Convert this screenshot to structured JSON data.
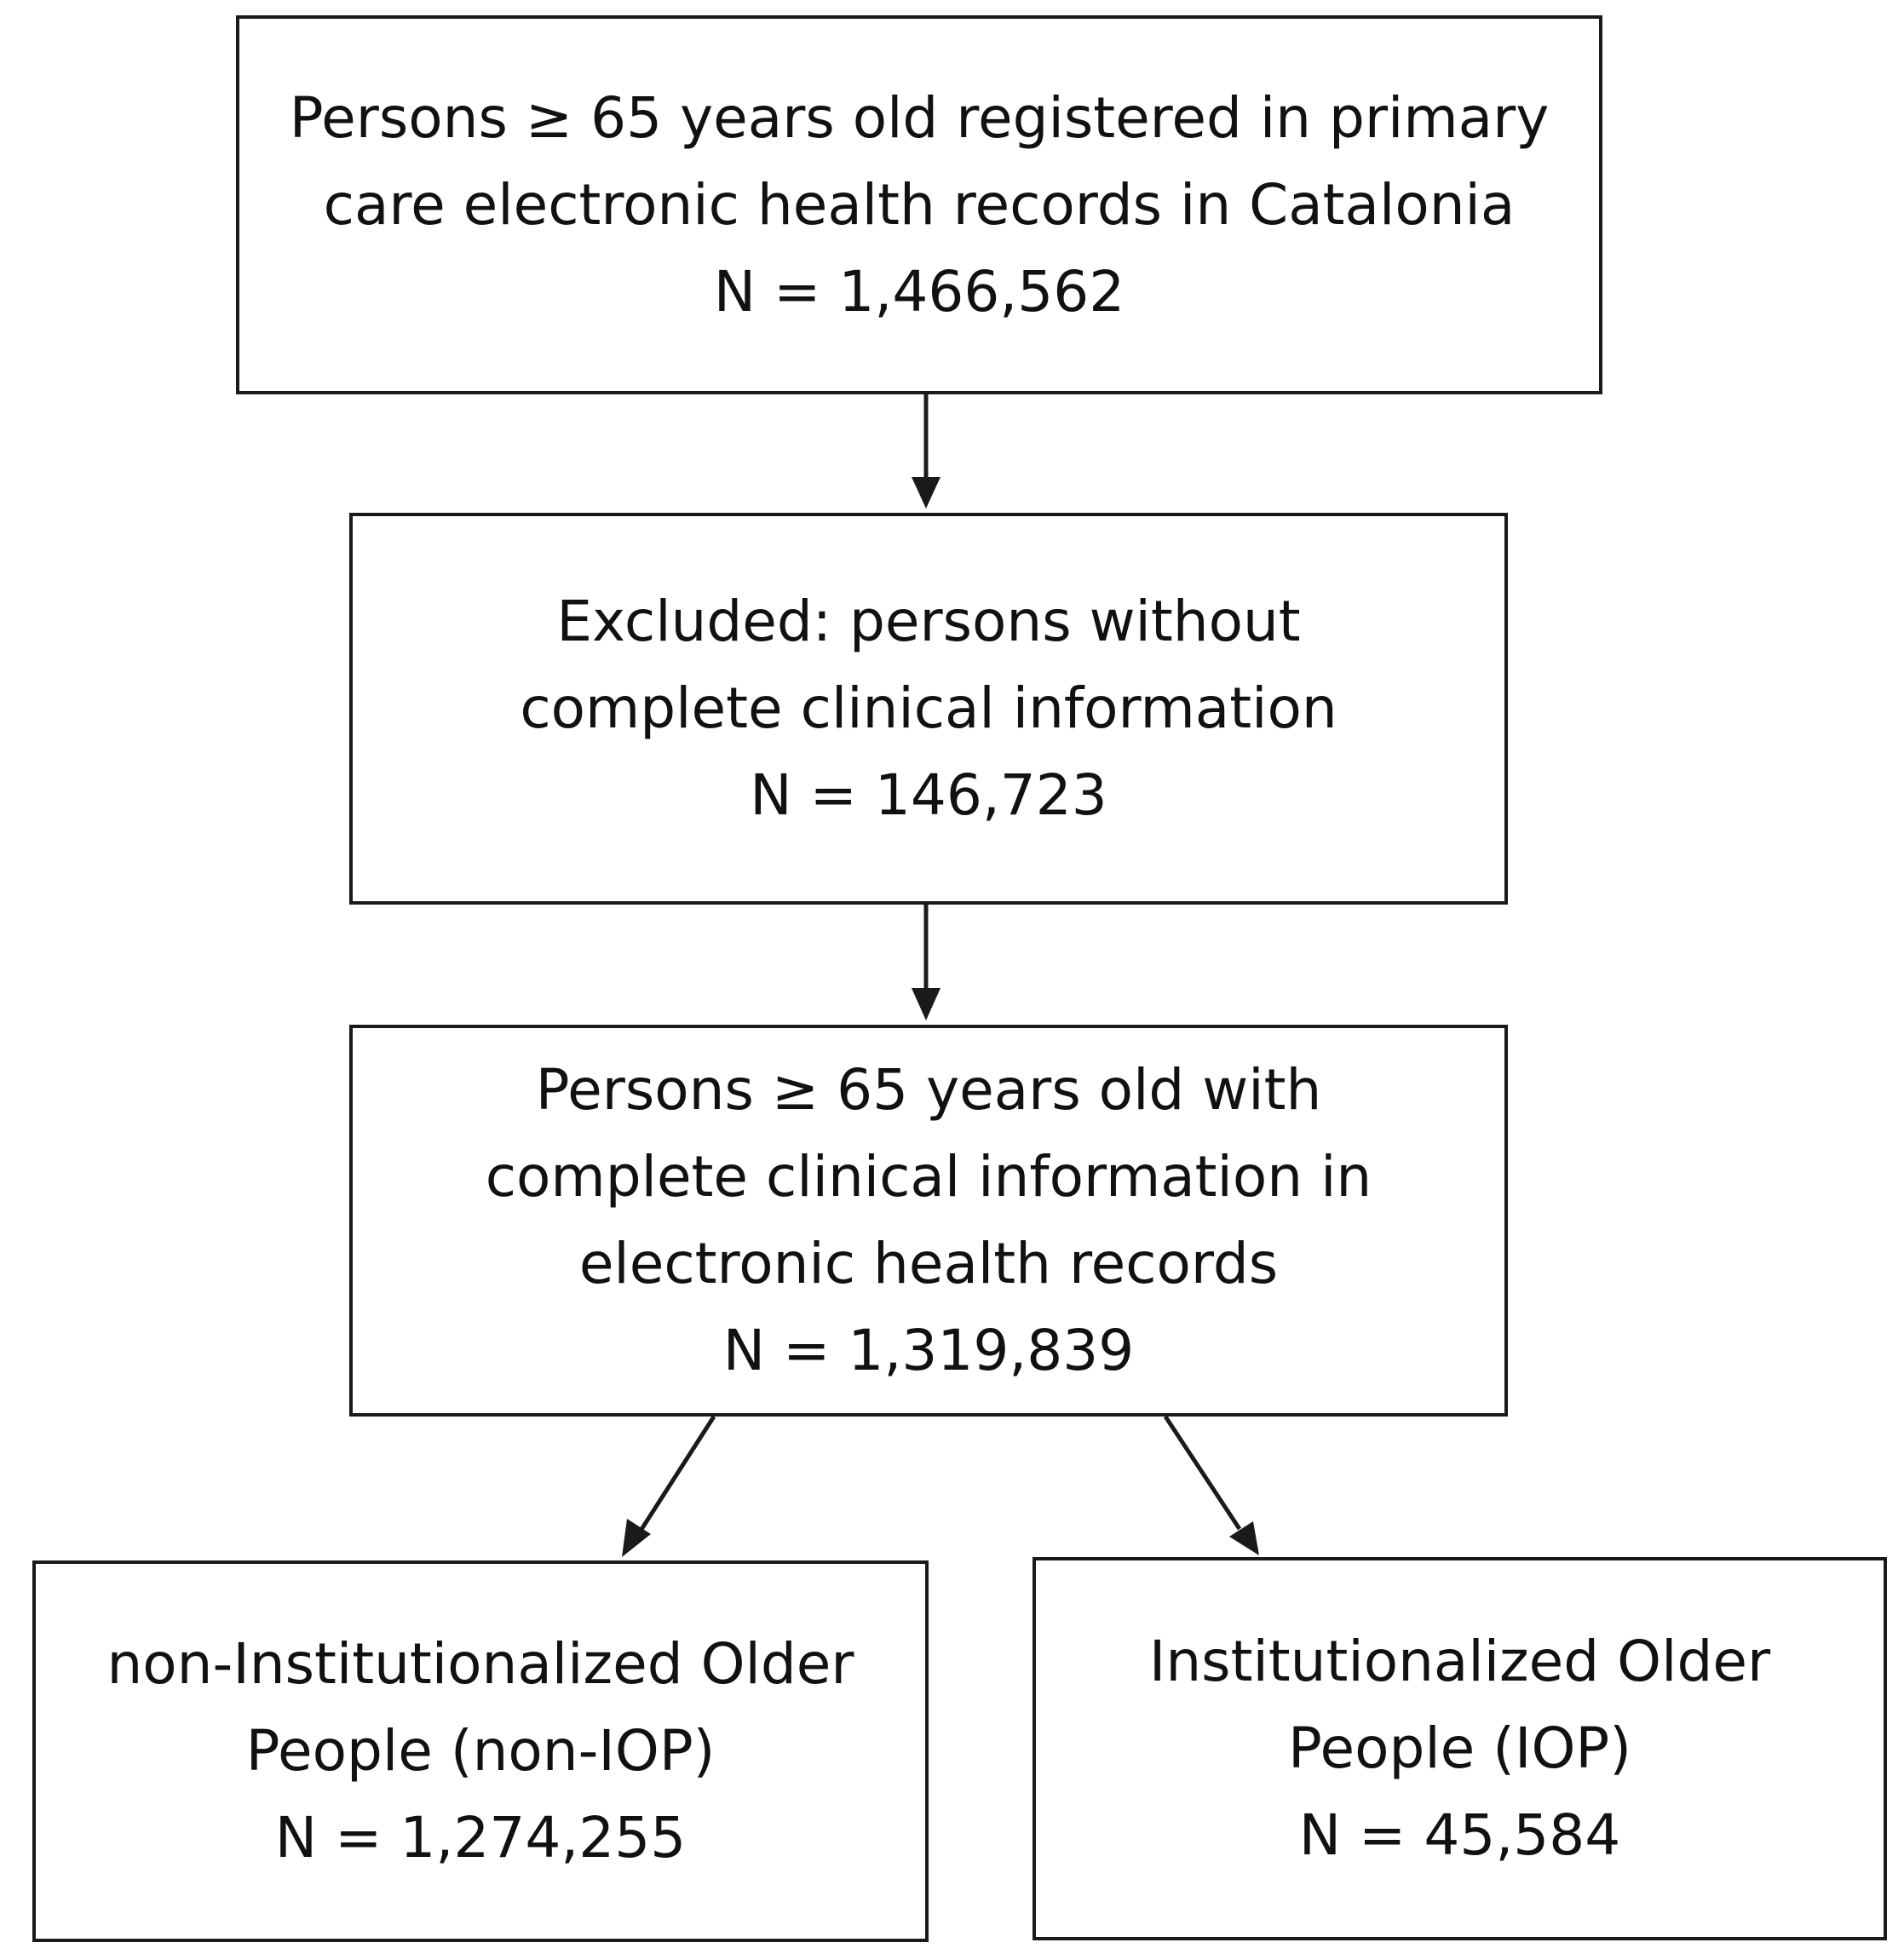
{
  "boxes": {
    "registered": {
      "lines": [
        "Persons ≥ 65 years old registered in primary",
        "care electronic health records in Catalonia"
      ],
      "n": "N = 1,466,562"
    },
    "excluded": {
      "lines": [
        "Excluded: persons without",
        "complete clinical information"
      ],
      "n": "N = 146,723"
    },
    "complete": {
      "lines": [
        "Persons ≥ 65 years old with",
        "complete clinical information in",
        "electronic health records"
      ],
      "n": "N = 1,319,839"
    },
    "non_iop": {
      "lines": [
        "non-Institutionalized Older",
        "People (non-IOP)"
      ],
      "n": "N = 1,274,255"
    },
    "iop": {
      "lines": [
        "Institutionalized Older",
        "People (IOP)"
      ],
      "n": "N = 45,584"
    }
  },
  "colors": {
    "stroke": "#1a1a1a",
    "text": "#111111",
    "background": "#ffffff"
  }
}
